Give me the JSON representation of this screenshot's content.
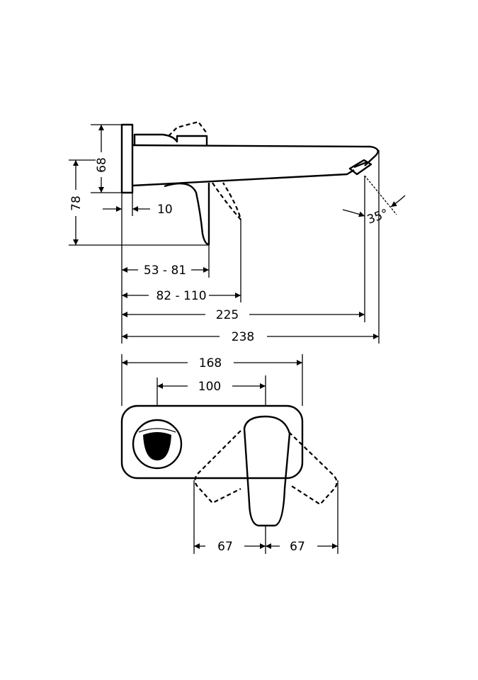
{
  "title": "Wall-mounted basin mixer dimension drawing",
  "side_view": {
    "height_plate": "68",
    "height_lever": "78",
    "plate_thickness": "10",
    "lever_reach": "53 - 81",
    "lever_reach_tilted": "82 - 110",
    "spout_outlet": "225",
    "spout_total": "238",
    "outlet_angle": "35°"
  },
  "top_view": {
    "plate_width": "168",
    "center_distance": "100",
    "lever_swing_left": "67",
    "lever_swing_right": "67"
  },
  "colors": {
    "line": "#000000",
    "background": "#ffffff"
  }
}
